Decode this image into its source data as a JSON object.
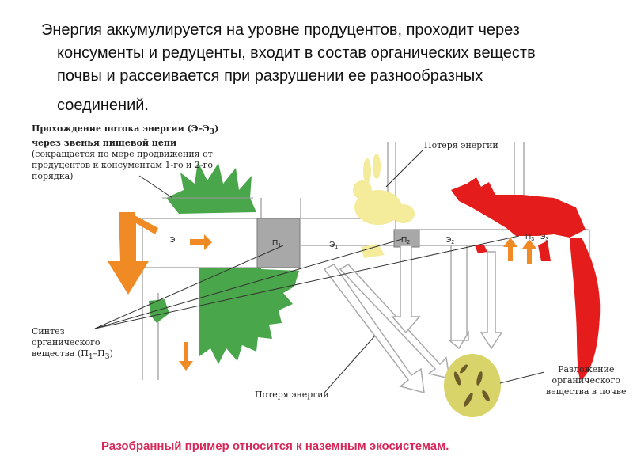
{
  "heading": {
    "line1": "Энергия аккумулируется на уровне продуцентов, проходит через",
    "line2": "консументы и редуценты, входит в состав органических веществ",
    "line3": "почвы и рассеивается при разрушении ее разнообразных",
    "line4": "соединений."
  },
  "caption": {
    "bold_part": "Прохождение потока энергии (Э–Э",
    "bold_sub": "3",
    "bold_tail": ") через звенья пищевой цепи",
    "rest": " (сокращается по мере продвижения от продуцентов к консументам 1-го и 2-го порядка)"
  },
  "labels": {
    "energy_loss_top": "Потеря энергии",
    "energy_loss_bottom": "Потеря энергии",
    "synthesis_line1": "Синтез",
    "synthesis_line2": "органического",
    "synthesis_line3": "вещества (П",
    "synthesis_sub1": "1",
    "synthesis_mid": "–П",
    "synthesis_sub3": "3",
    "synthesis_end": ")",
    "decomposition_line1": "Разложение",
    "decomposition_line2": "органического",
    "decomposition_line3": "вещества в почве"
  },
  "symbols": {
    "e": "Э",
    "p1": "П",
    "p1_sub": "1",
    "e1": "Э",
    "e1_sub": "1",
    "p2": "П",
    "p2_sub": "2",
    "e2": "Э",
    "e2_sub": "2",
    "p3": "П",
    "p3_sub": "3",
    "e3": "Э",
    "e3_sub": "3"
  },
  "footer": "Разобранный пример относится к наземным экосистемам.",
  "colors": {
    "plant": "#4aa64a",
    "rabbit": "#f4ec9a",
    "fox": "#e51c1c",
    "arrow": "#f08a24",
    "soil": "#d8d46a",
    "footer": "#d8285a"
  }
}
